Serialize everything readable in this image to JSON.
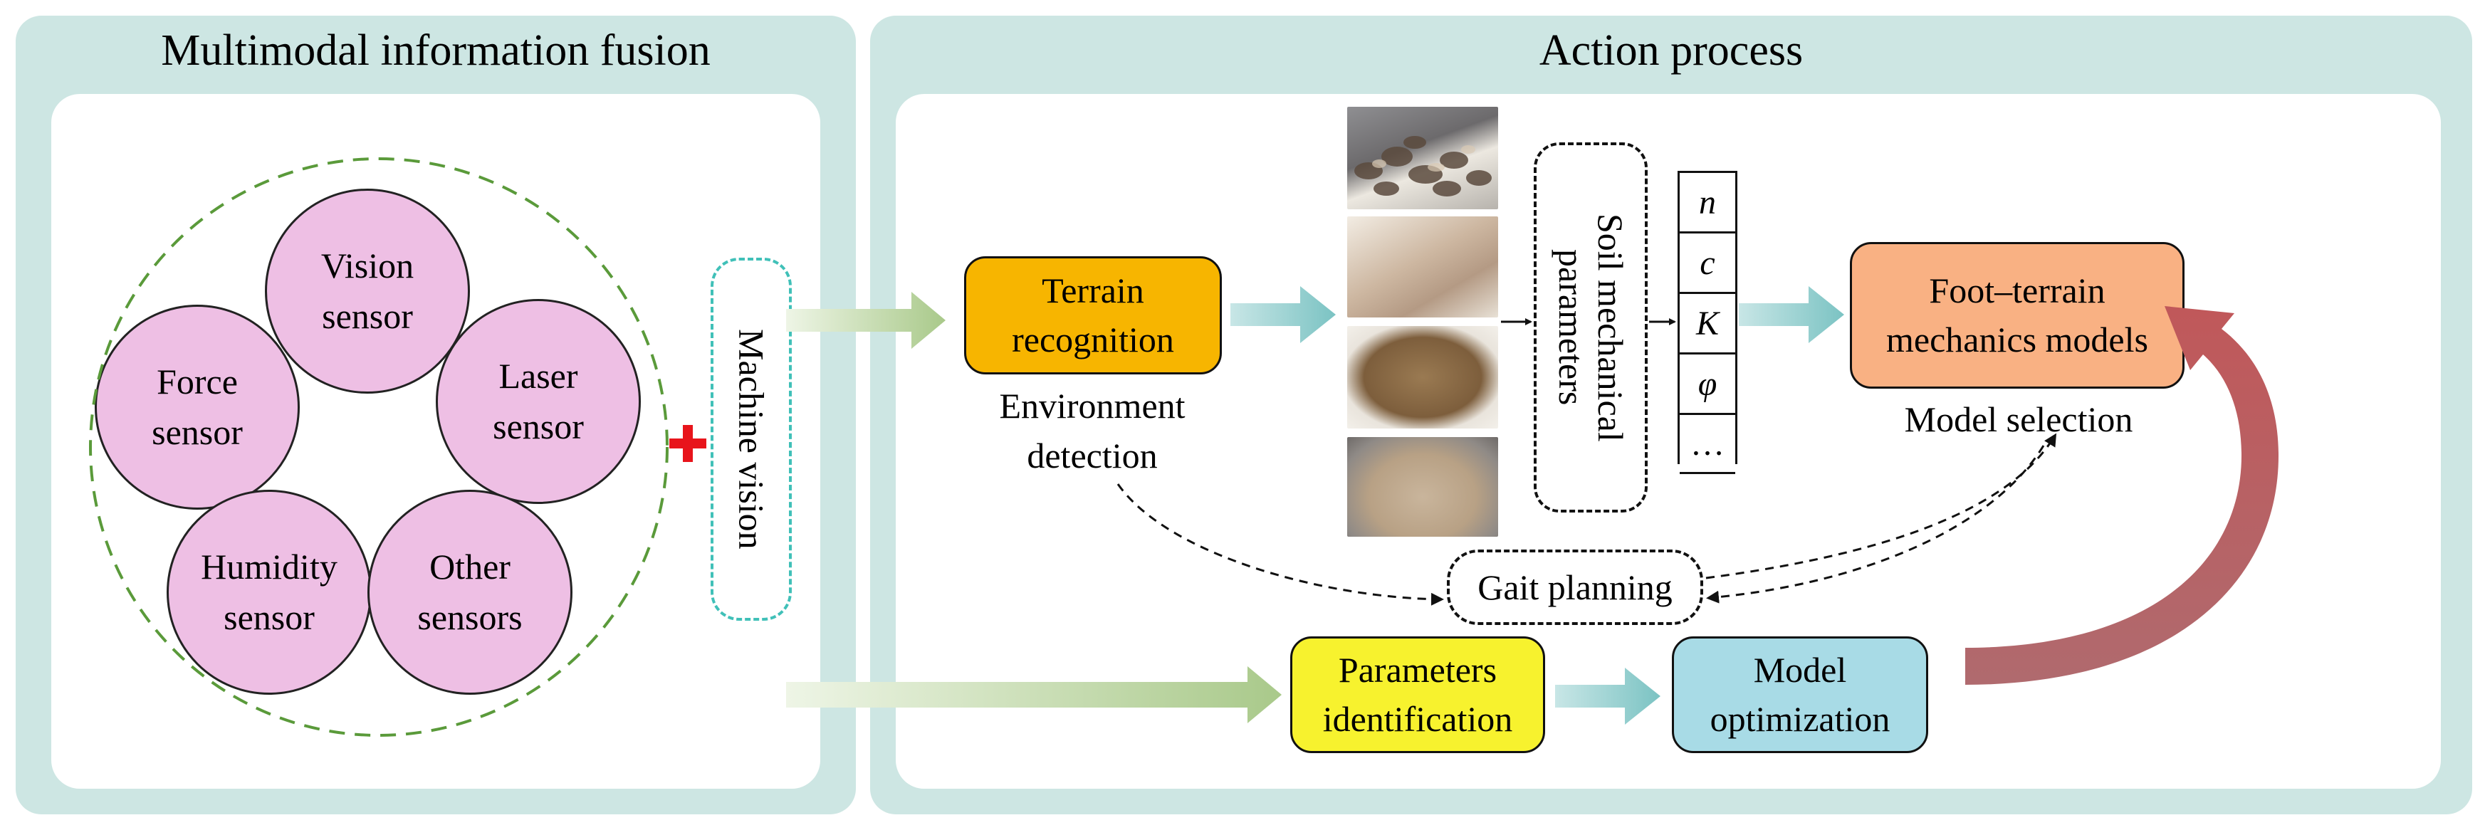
{
  "left_panel": {
    "title": "Multimodal information fusion",
    "sensors": [
      {
        "label": "Vision\nsensor"
      },
      {
        "label": "Force\nsensor"
      },
      {
        "label": "Laser\nsensor"
      },
      {
        "label": "Humidity\nsensor"
      },
      {
        "label": "Other\nsensors"
      }
    ],
    "machine_vision": "Machine vision"
  },
  "right_panel": {
    "title": "Action process",
    "terrain_recognition": "Terrain\nrecognition",
    "environment_detection": "Environment\ndetection",
    "soil_params": "Soil mechanical\nparameters",
    "param_symbols": [
      "n",
      "c",
      "K",
      "φ",
      "…"
    ],
    "foot_terrain": "Foot–terrain\nmechanics models",
    "model_selection": "Model selection",
    "gait_planning": "Gait planning",
    "parameters_identification": "Parameters\nidentification",
    "model_optimization": "Model\noptimization"
  },
  "colors": {
    "panel_bg": "#cde6e3",
    "sensor_fill": "#eebfe4",
    "terrain_box": "#f7b500",
    "foot_terrain_box": "#f9b183",
    "params_box": "#f7f22e",
    "model_opt_box": "#a8dbe6",
    "arrow_teal": "#7bc3c3",
    "arrow_green": "#a9c98a",
    "arrow_red": "#c0585a",
    "plus_red": "#e8141b",
    "machine_vision_border": "#40c0b8",
    "circle_border": "#5a9a3a"
  },
  "icons": [
    "plus-icon",
    "terrain-thumbnail-rocks",
    "terrain-thumbnail-sand",
    "terrain-thumbnail-gravel",
    "terrain-thumbnail-pebbles"
  ]
}
